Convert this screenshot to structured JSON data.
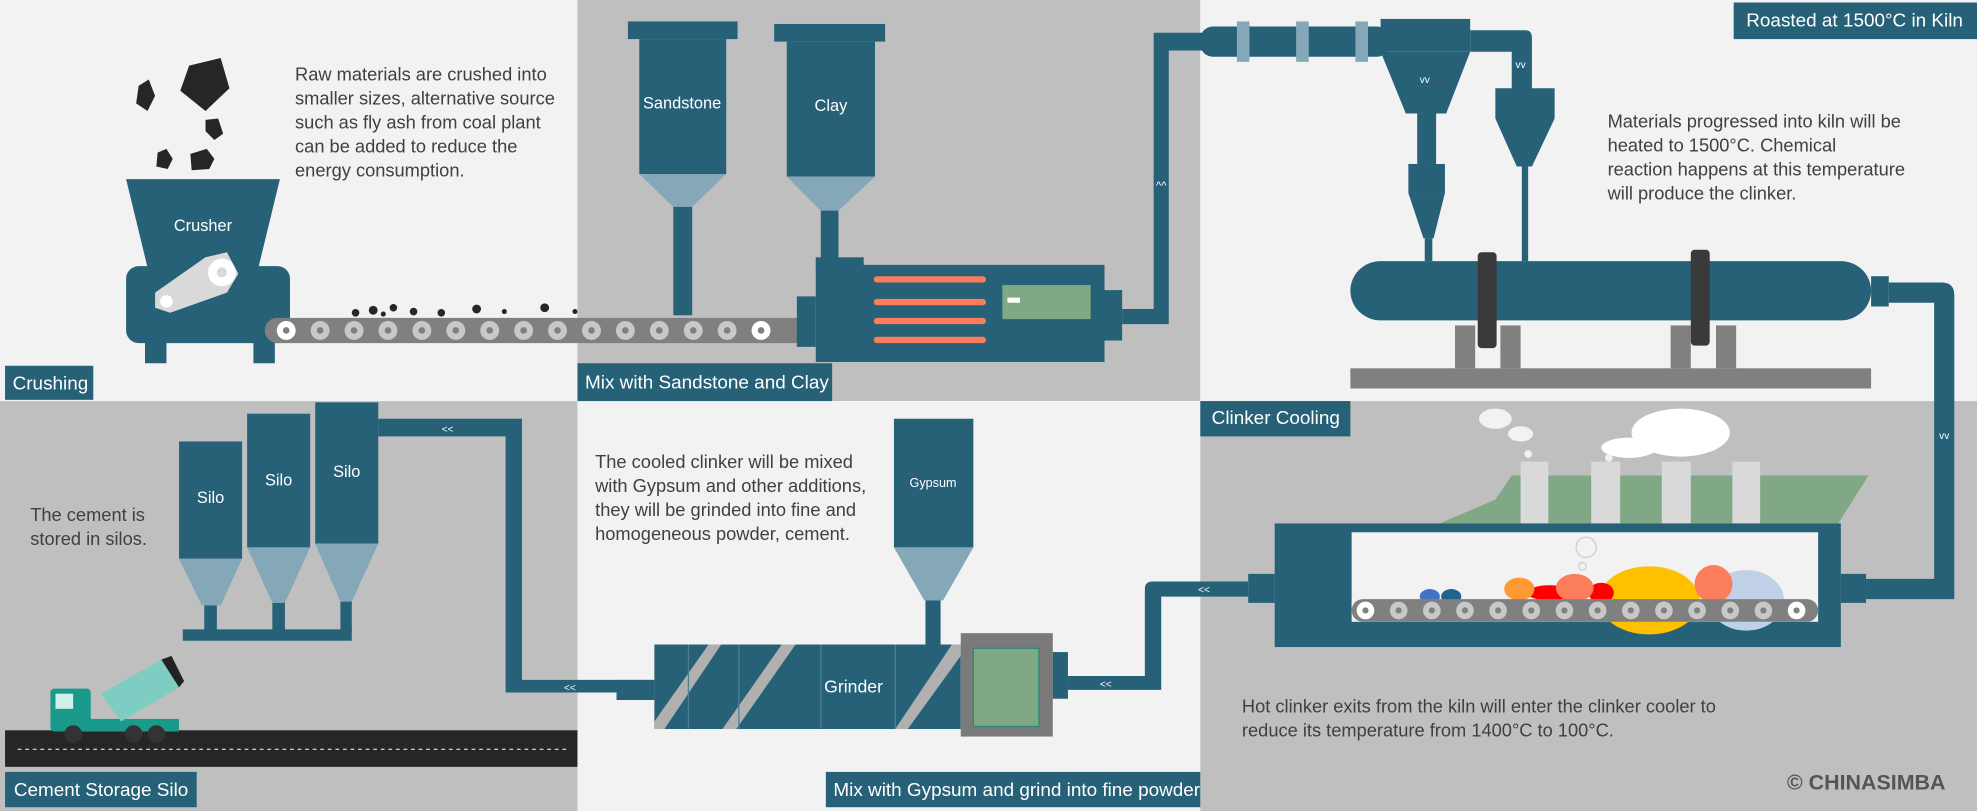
{
  "colors": {
    "teal": "#266178",
    "light_teal": "#85a8b8",
    "panel_light": "#f2f2f2",
    "panel_grey": "#bfbfbf",
    "orange": "#fb7d5b",
    "green": "#80a885"
  },
  "panels": {
    "crushing": {
      "label": "Crushing",
      "equipment": "Crusher",
      "text": [
        "Raw materials are crushed into",
        "smaller sizes, alternative source",
        "such as fly ash from coal plant",
        "can be added to reduce the",
        "energy consumption."
      ]
    },
    "mixing": {
      "label": "Mix with Sandstone and Clay",
      "silos": [
        "Sandstone",
        "Clay"
      ]
    },
    "kiln": {
      "label": "Roasted at 1500°C in Kiln",
      "text": [
        "Materials progressed into kiln will be",
        "heated to 1500°C. Chemical",
        "reaction happens at this temperature",
        "will produce the clinker."
      ]
    },
    "cooling": {
      "label": "Clinker Cooling",
      "text": [
        "Hot clinker exits from the kiln will enter the clinker cooler to",
        "reduce its temperature from 1400°C to 100°C."
      ]
    },
    "grinding": {
      "label": "Mix with Gypsum and grind into fine powder",
      "silo": "Gypsum",
      "equipment": "Grinder",
      "text": [
        "The cooled clinker will be mixed",
        "with Gypsum and other additions,",
        "they will be grinded into fine and",
        "homogeneous powder, cement."
      ]
    },
    "storage": {
      "label": "Cement Storage Silo",
      "silos": [
        "Silo",
        "Silo",
        "Silo"
      ],
      "text": [
        "The cement is",
        "stored in silos."
      ]
    }
  },
  "flow_arrows": {
    "up": "^^",
    "down": "vv",
    "left": "<<"
  },
  "logo": "© CHINASIMBA"
}
